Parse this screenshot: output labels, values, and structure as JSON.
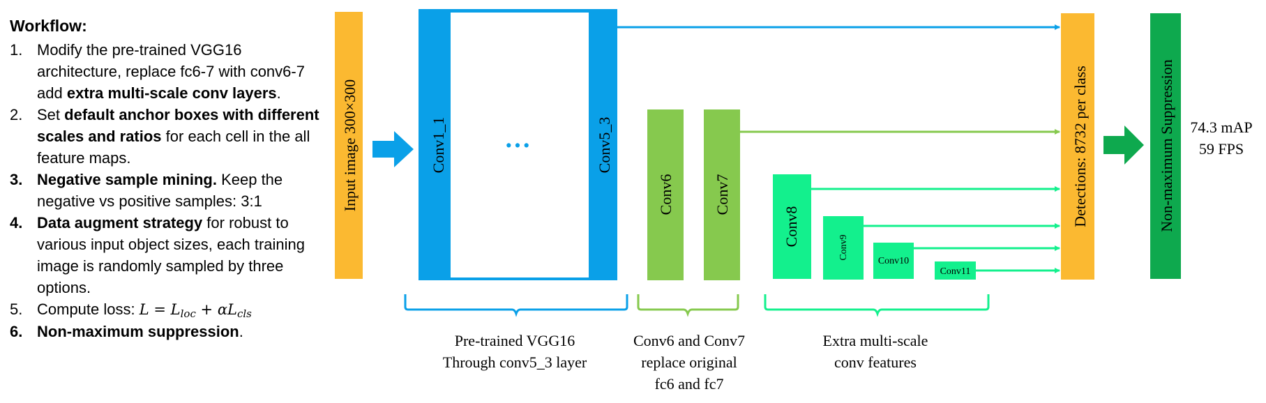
{
  "workflow": {
    "title": "Workflow:",
    "items": [
      {
        "num": "1.",
        "parts": [
          "Modify the pre-trained VGG16 architecture, replace fc6-7 with conv6-7 add ",
          "extra multi-scale conv layers",
          "."
        ]
      },
      {
        "num": "2.",
        "parts": [
          "Set ",
          "default anchor boxes with different scales and ratios",
          " for each cell in  the all feature maps."
        ]
      },
      {
        "num": "3.",
        "parts": [
          "",
          "Negative sample mining.",
          " Keep the negative vs positive samples: 3:1"
        ]
      },
      {
        "num": "4.",
        "parts": [
          "",
          "Data augment strategy",
          " for robust to various input object sizes, each training image is randomly sampled by three options."
        ]
      },
      {
        "num": "5.",
        "text": "Compute loss: ",
        "math": {
          "lhs": "L",
          "eq": "=",
          "t1": "L",
          "t1_sub": "loc",
          "plus": "+",
          "coef": "α",
          "t2": "L",
          "t2_sub": "cls"
        }
      },
      {
        "num": "6.",
        "parts": [
          "",
          "Non-maximum suppression",
          "."
        ]
      }
    ]
  },
  "diagram": {
    "input_label": "Input image 300×300",
    "conv1_label": "Conv1_1",
    "ellipsis": "···",
    "conv5_label": "Conv5_3",
    "conv6_label": "Conv6",
    "conv7_label": "Conv7",
    "conv8_label": "Conv8",
    "conv9_label": "Conv9",
    "conv10_label": "Conv10",
    "conv11_label": "Conv11",
    "detections_label": "Detections: 8732 per class",
    "nms_label": "Non-maximum Suppression",
    "result_line1": "74.3 mAP",
    "result_line2": "59 FPS",
    "caption_vgg": [
      "Pre-trained VGG16",
      "Through conv5_3 layer"
    ],
    "caption_conv67": [
      "Conv6 and Conv7",
      "replace original",
      "fc6 and fc7"
    ],
    "caption_extra": [
      "Extra multi-scale",
      "conv features"
    ]
  },
  "colors": {
    "orange": "#FBB931",
    "blue": "#0AA0E8",
    "light_green": "#86C94E",
    "mint": "#13F08D",
    "dark_green": "#0EA94E"
  }
}
